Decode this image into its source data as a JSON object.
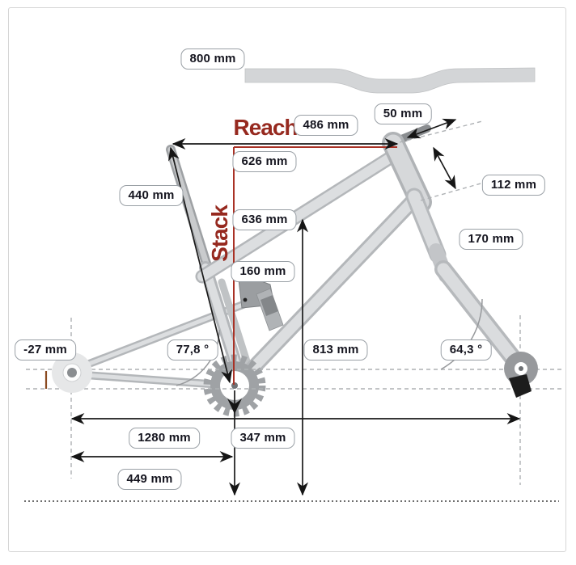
{
  "diagram_title": "bike-frame-geometry",
  "colors": {
    "accent_red": "#96291f",
    "red_line": "#a93226",
    "frame_gray": "#d9dbdd",
    "frame_edge_gray": "#b4b7ba",
    "label_border": "#9aa0a6",
    "text_dark": "#15151f"
  },
  "annotations": {
    "reach_word": "Reach",
    "stack_word": "Stack"
  },
  "measurements": {
    "handlebar_width": "800 mm",
    "stem_length": "50 mm",
    "reach": "486 mm",
    "effective_top_tube": "626 mm",
    "head_tube_length": "112 mm",
    "seat_tube_length": "440 mm",
    "stack": "636 mm",
    "fork_travel": "170 mm",
    "rear_travel": "160 mm",
    "bb_drop": "-27 mm",
    "seat_tube_angle": "77,8 °",
    "standover_height": "813 mm",
    "head_tube_angle": "64,3 °",
    "wheelbase": "1280 mm",
    "bb_height": "347 mm",
    "chainstay_length": "449 mm"
  }
}
